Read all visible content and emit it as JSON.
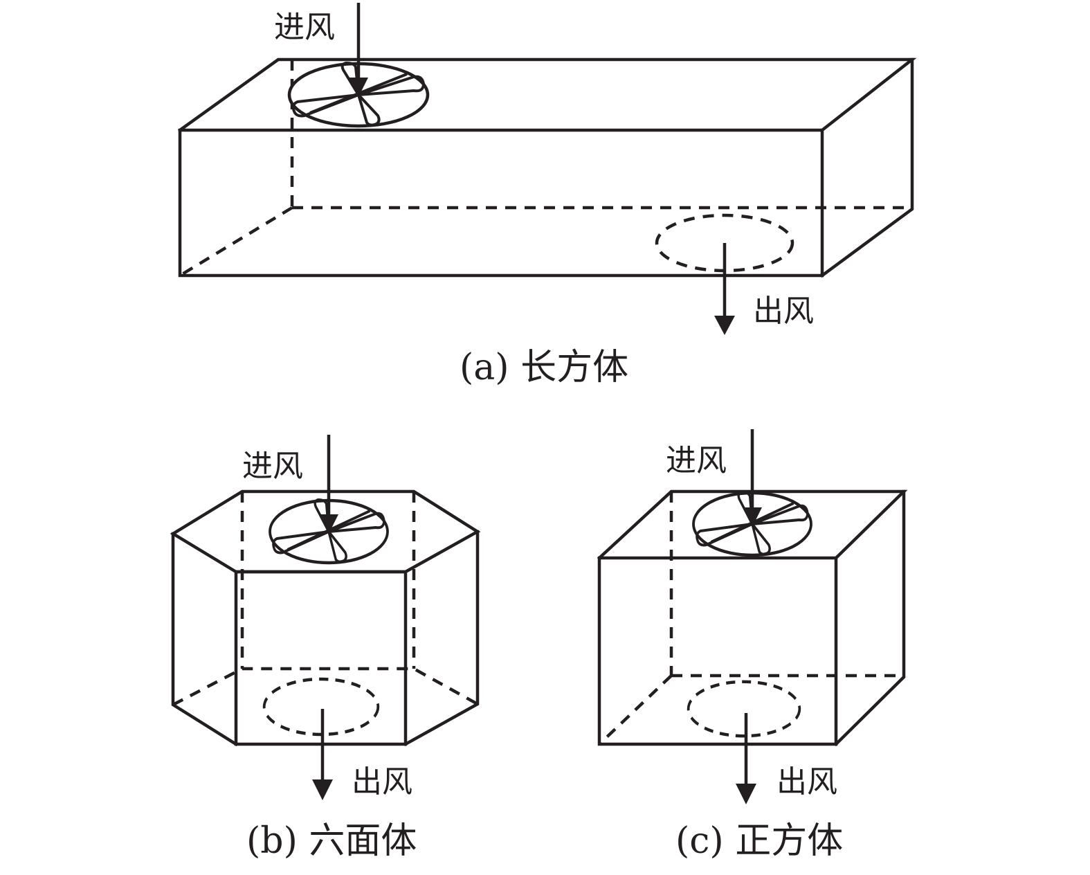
{
  "figure": {
    "panels": [
      {
        "id": "a",
        "shape": "cuboid",
        "caption": "(a) 长方体",
        "inlet_label": "进风",
        "outlet_label": "出风",
        "inlet_icon": "fan-icon",
        "outlet_icon": "dashed-vent-icon"
      },
      {
        "id": "b",
        "shape": "hexagonal-prism",
        "caption": "(b) 六面体",
        "inlet_label": "进风",
        "outlet_label": "出风",
        "inlet_icon": "fan-icon",
        "outlet_icon": "dashed-vent-icon"
      },
      {
        "id": "c",
        "shape": "cube",
        "caption": "(c) 正方体",
        "inlet_label": "进风",
        "outlet_label": "出风",
        "inlet_icon": "fan-icon",
        "outlet_icon": "dashed-vent-icon"
      }
    ],
    "colors": {
      "line": "#231f20",
      "background": "#ffffff"
    }
  }
}
